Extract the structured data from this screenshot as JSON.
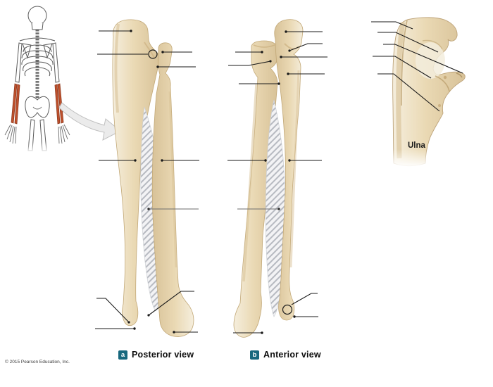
{
  "captions": {
    "posterior": {
      "marker": "a",
      "label": "Posterior view"
    },
    "anterior": {
      "marker": "b",
      "label": "Anterior view"
    }
  },
  "closeup": {
    "bone_label": "Ulna"
  },
  "copyright": "© 2015 Pearson Education, Inc.",
  "annotations": {
    "blank_leader_lines_posterior": 11,
    "blank_leader_lines_anterior": 13,
    "blank_leader_lines_closeup": 5,
    "circled_regions": 2
  },
  "colors": {
    "marker_square": "#17687e",
    "forearm_highlight": "#c0512c",
    "bone_light": "#f3ecda",
    "bone_mid": "#e9dcba",
    "bone_shade": "#d9c39a",
    "leader_line": "#1a1a1a",
    "leader_line_gray": "#6e6e6e",
    "background": "#ffffff"
  }
}
